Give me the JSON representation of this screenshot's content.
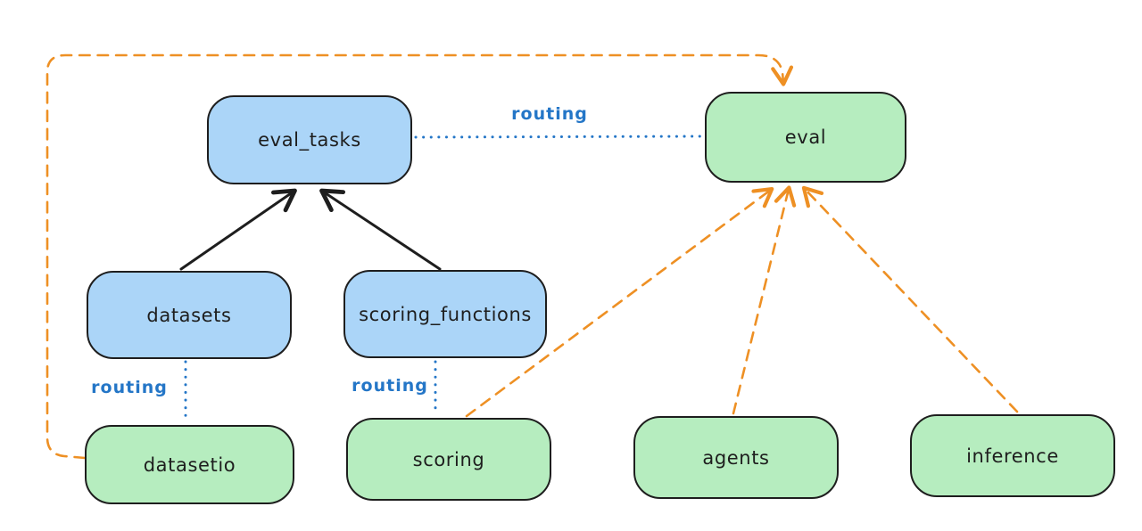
{
  "colors": {
    "background": "#ffffff",
    "ink": "#1e1e1e",
    "api_fill": "#abd5f8",
    "provider_fill": "#b6edbf",
    "routing_blue": "#2476c7",
    "orange": "#ee9024"
  },
  "nodes": {
    "eval_tasks": {
      "label": "eval_tasks",
      "type": "api"
    },
    "datasets": {
      "label": "datasets",
      "type": "api"
    },
    "scoring_functions": {
      "label": "scoring_functions",
      "type": "api"
    },
    "eval": {
      "label": "eval",
      "type": "provider"
    },
    "datasetio": {
      "label": "datasetio",
      "type": "provider"
    },
    "scoring": {
      "label": "scoring",
      "type": "provider"
    },
    "agents": {
      "label": "agents",
      "type": "provider"
    },
    "inference": {
      "label": "inference",
      "type": "provider"
    }
  },
  "edge_label": "routing",
  "edges": [
    {
      "from": "datasets",
      "to": "eval_tasks",
      "style": "solid",
      "color": "ink",
      "arrow": true
    },
    {
      "from": "scoring_functions",
      "to": "eval_tasks",
      "style": "solid",
      "color": "ink",
      "arrow": true
    },
    {
      "from": "eval_tasks",
      "to": "eval",
      "style": "dotted",
      "color": "routing_blue",
      "label": "routing",
      "arrow": false
    },
    {
      "from": "datasets",
      "to": "datasetio",
      "style": "dotted",
      "color": "routing_blue",
      "label": "routing",
      "arrow": false
    },
    {
      "from": "scoring_functions",
      "to": "scoring",
      "style": "dotted",
      "color": "routing_blue",
      "label": "routing",
      "arrow": false
    },
    {
      "from": "datasetio",
      "to": "eval",
      "style": "dashed",
      "color": "orange",
      "arrow": true
    },
    {
      "from": "scoring",
      "to": "eval",
      "style": "dashed",
      "color": "orange",
      "arrow": true
    },
    {
      "from": "agents",
      "to": "eval",
      "style": "dashed",
      "color": "orange",
      "arrow": true
    },
    {
      "from": "inference",
      "to": "eval",
      "style": "dashed",
      "color": "orange",
      "arrow": true
    }
  ]
}
